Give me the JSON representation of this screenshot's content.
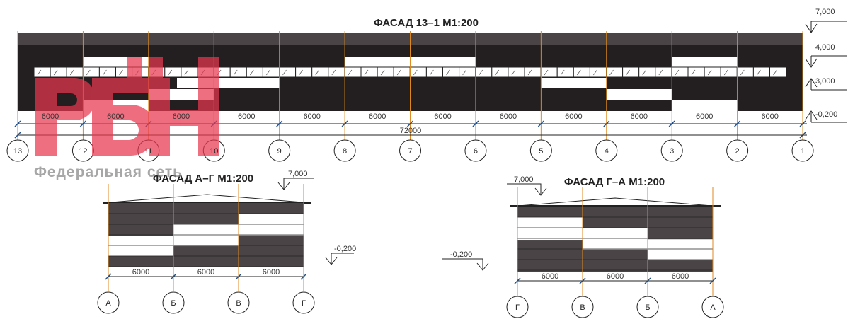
{
  "facade_main": {
    "title": "ФАСАД 13–1 М1:200",
    "axes": [
      "13",
      "12",
      "11",
      "10",
      "9",
      "8",
      "7",
      "6",
      "5",
      "4",
      "3",
      "2",
      "1"
    ],
    "spans": [
      "6000",
      "6000",
      "6000",
      "6000",
      "6000",
      "6000",
      "6000",
      "6000",
      "6000",
      "6000",
      "6000",
      "6000"
    ],
    "total": "72000",
    "levels": [
      "7,000",
      "4,000",
      "3,000",
      "-0,200"
    ]
  },
  "facade_a_g": {
    "title": "ФАСАД А–Г  М1:200",
    "axes": [
      "А",
      "Б",
      "В",
      "Г"
    ],
    "spans": [
      "6000",
      "6000",
      "6000"
    ],
    "level_top": "7,000",
    "level_bottom": "-0,200"
  },
  "facade_g_a": {
    "title": "ФАСАД Г–А  М1:200",
    "axes": [
      "Г",
      "В",
      "Б",
      "А"
    ],
    "spans": [
      "6000",
      "6000",
      "6000"
    ],
    "level_top": "7,000",
    "level_bottom": "-0,200"
  },
  "watermark": {
    "logo": "РБН",
    "subtitle": "Федеральная сеть"
  },
  "colors": {
    "wall": "#231f20",
    "roof": "#4a4446",
    "axis": "#e08a1e",
    "tick": "#1e4f8c",
    "logo": "#e8374f"
  }
}
